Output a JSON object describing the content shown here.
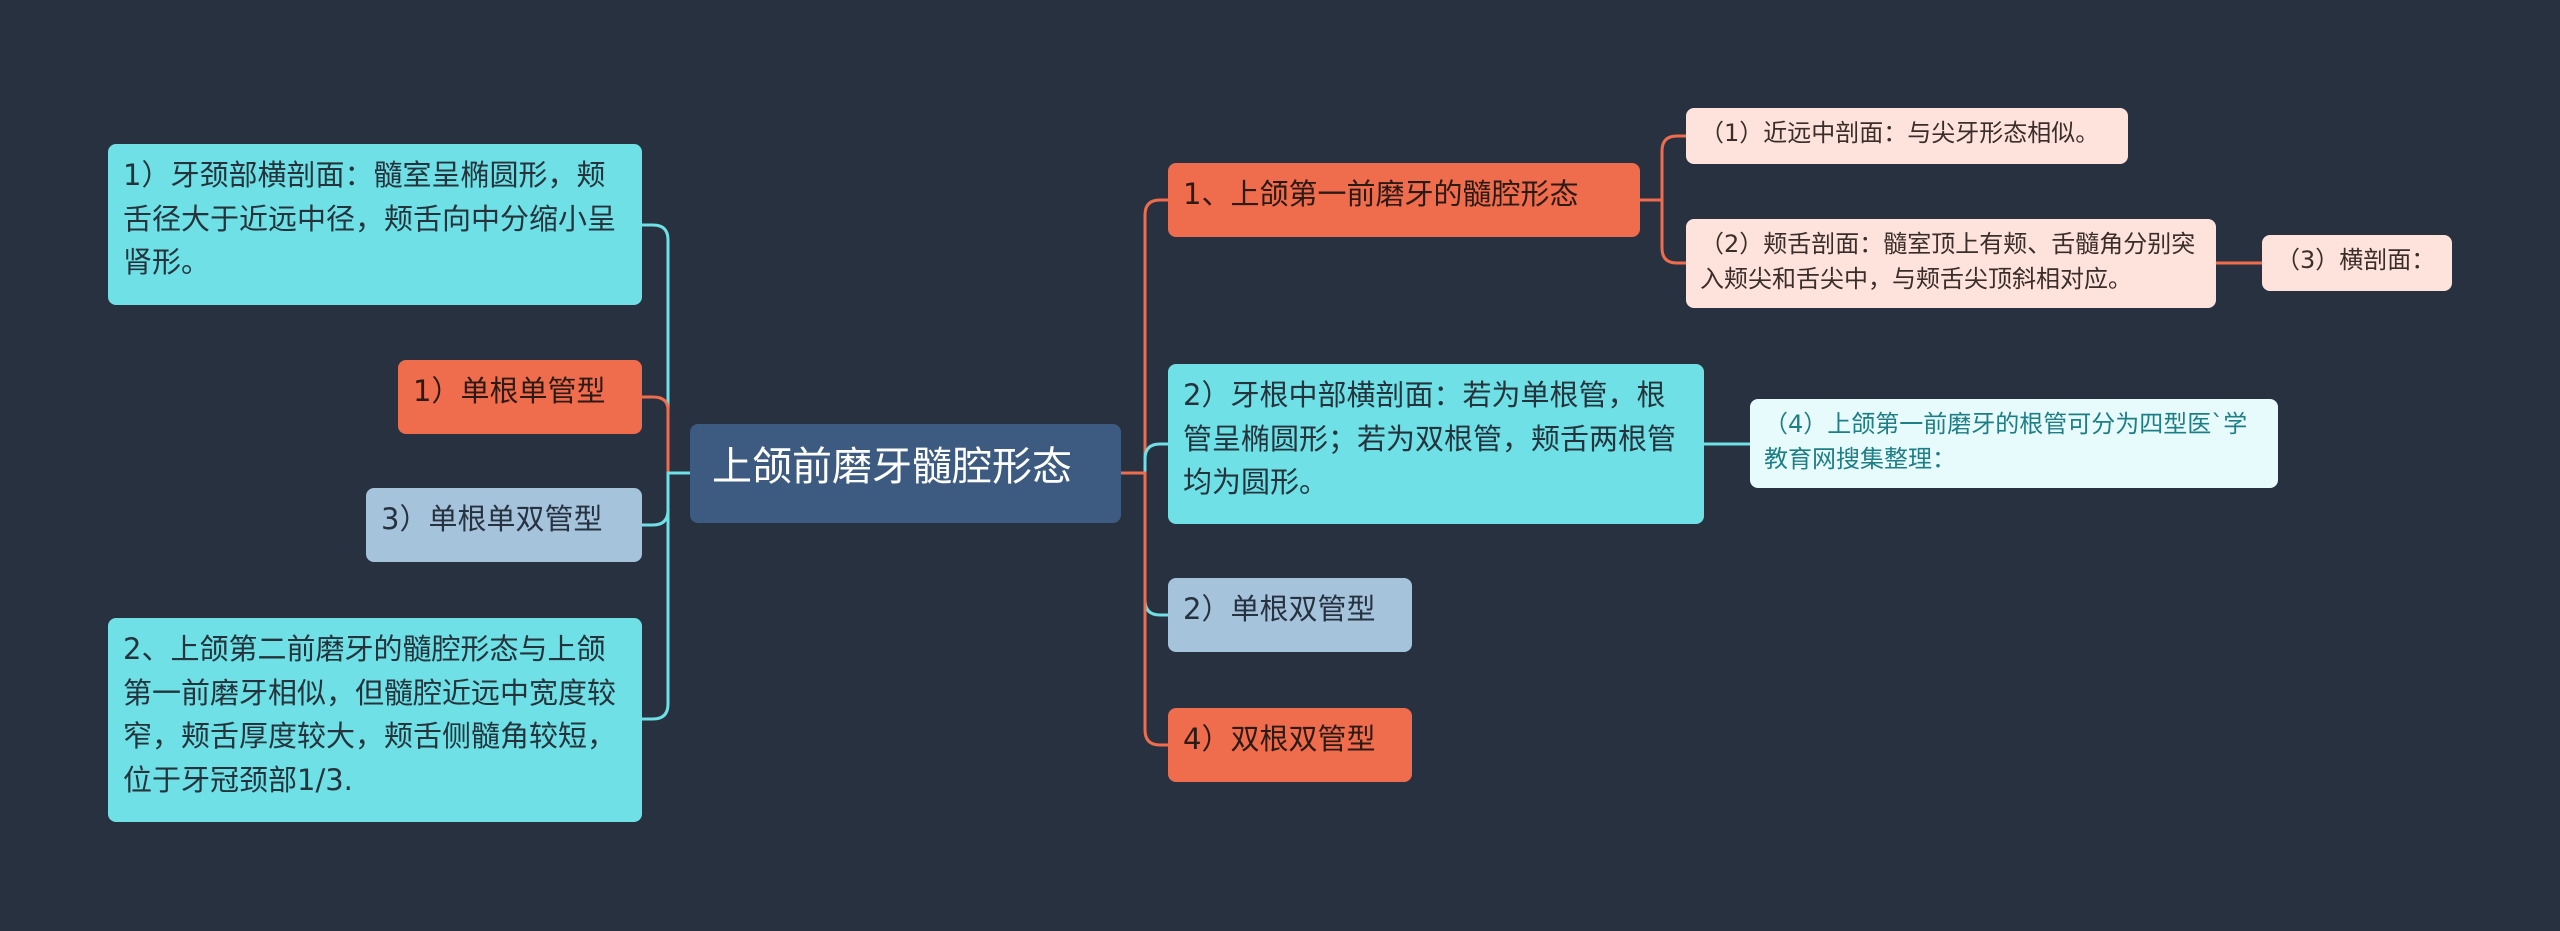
{
  "root": {
    "label": "上颌前磨牙髓腔形态"
  },
  "left": [
    {
      "label": "1）牙颈部横剖面：髓室呈椭圆形，颊舌径大于近远中径，颊舌向中分缩小呈肾形。"
    },
    {
      "label": "1）单根单管型"
    },
    {
      "label": "3）单根单双管型"
    },
    {
      "label": "2、上颌第二前磨牙的髓腔形态与上颌第一前磨牙相似，但髓腔近远中宽度较窄，颊舌厚度较大，颊舌侧髓角较短，位于牙冠颈部1/3."
    }
  ],
  "right": [
    {
      "label": "1、上颌第一前磨牙的髓腔形态"
    },
    {
      "label": "2）牙根中部横剖面：若为单根管，根管呈椭圆形；若为双根管，颊舌两根管均为圆形。"
    },
    {
      "label": "2）单根双管型"
    },
    {
      "label": "4）双根双管型"
    }
  ],
  "level2": [
    {
      "label": "（1）近远中剖面：与尖牙形态相似。"
    },
    {
      "label": "（2）颊舌剖面：髓室顶上有颊、舌髓角分别突入颊尖和舌尖中，与颊舌尖顶斜相对应。"
    },
    {
      "label": "（4）上颌第一前磨牙的根管可分为四型医`学教育网搜集整理："
    }
  ],
  "level3": [
    {
      "label": "（3）横剖面："
    }
  ],
  "colors": {
    "background": "#283140",
    "root": "#3d5a80",
    "cyan": "#6ee0e6",
    "orange": "#ef6c4c",
    "blue": "#a6c3dc",
    "pink": "#fde3dc",
    "pale": "#e8fbfc",
    "link_cyan": "#6ee0e6",
    "link_orange": "#ef6c4c"
  }
}
